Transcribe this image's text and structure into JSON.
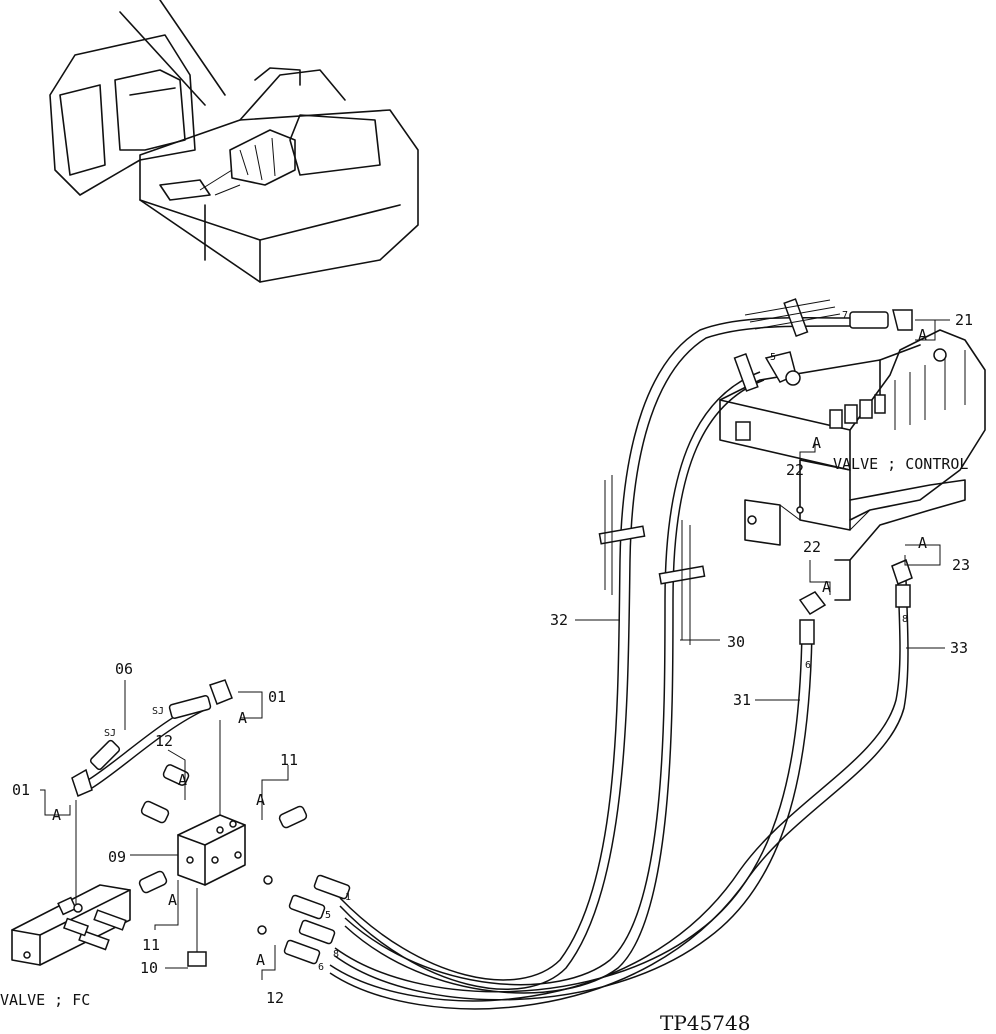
{
  "diagram": {
    "drawing_number": "TP45748",
    "components": {
      "valve_fc": "VALVE ; FC",
      "valve_control": "VALVE ; CONTROL"
    },
    "callouts": {
      "c01_left": "01",
      "c01_top": "01",
      "c06": "06",
      "c09": "09",
      "c10": "10",
      "c11_left": "11",
      "c11_right": "11",
      "c12_top": "12",
      "c12_bottom": "12",
      "c21": "21",
      "c22_a": "22",
      "c22_b": "22",
      "c23": "23",
      "c30": "30",
      "c31": "31",
      "c32": "32",
      "c33": "33"
    },
    "detail_mark": "A",
    "sj_mark": "SJ",
    "hose_numbers": [
      "1",
      "5",
      "8",
      "6",
      "7",
      "5",
      "6",
      "8"
    ]
  }
}
